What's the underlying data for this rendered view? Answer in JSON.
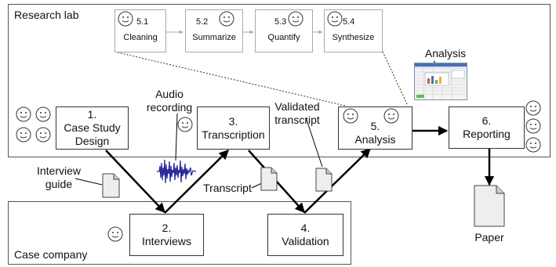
{
  "lanes": {
    "research_lab": "Research lab",
    "case_company": "Case company"
  },
  "steps": {
    "case_study_design": "1.\nCase Study\nDesign",
    "interviews": "2.\nInterviews",
    "transcription": "3.\nTranscription",
    "validation": "4.\nValidation",
    "analysis": "5.\nAnalysis",
    "reporting": "6.\nReporting"
  },
  "substeps": [
    {
      "num": "5.1",
      "name": "Cleaning"
    },
    {
      "num": "5.2",
      "name": "Summarize"
    },
    {
      "num": "5.3",
      "name": "Quantify"
    },
    {
      "num": "5.4",
      "name": "Synthesize"
    }
  ],
  "artifacts": {
    "interview_guide": "Interview\nguide",
    "audio_recording": "Audio\nrecording",
    "transcript": "Transcript",
    "validated_transcript": "Validated\ntranscript",
    "analysis": "Analysis",
    "paper": "Paper"
  },
  "icons": {
    "smiley": "smiley-face-icon",
    "document": "document-icon",
    "waveform": "audio-waveform-icon",
    "spreadsheet": "spreadsheet-thumbnail-icon"
  },
  "colors": {
    "waveform": "#2a2a9a",
    "lane_border": "#555555",
    "substep_border": "#aaaaaa"
  }
}
